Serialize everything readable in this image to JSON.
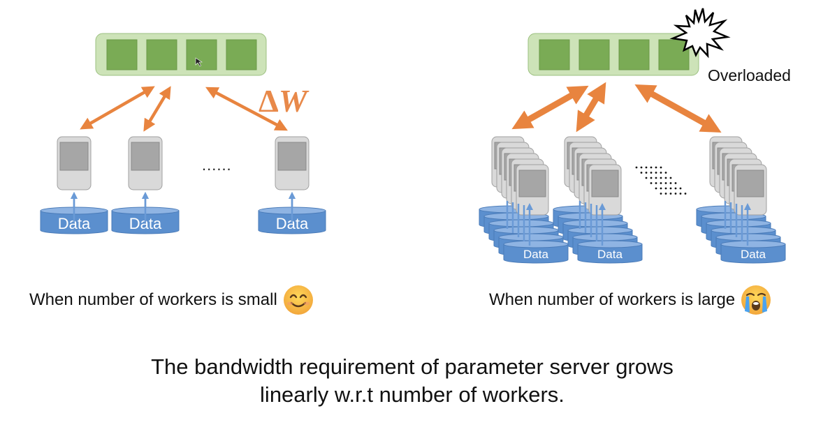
{
  "slide": {
    "left_panel": {
      "caption": "When number of workers is small",
      "emoji": "smiling-face",
      "update_label_delta": "Δ",
      "update_label_var": "W",
      "ellipsis": "......",
      "worker_count_shown": 3,
      "data_label": "Data"
    },
    "right_panel": {
      "caption": "When number of workers is large",
      "emoji": "crying-face",
      "overload_label": "Overloaded",
      "worker_stack_count": 3,
      "stack_depth": 6,
      "data_label": "Data"
    },
    "server": {
      "param_blocks": 4
    },
    "conclusion_line1": "The bandwidth requirement of parameter server grows",
    "conclusion_line2": "linearly w.r.t number of workers.",
    "colors": {
      "server_bg": "#cde3b8",
      "server_block": "#7aab55",
      "arrow": "#e8843f",
      "worker_body": "#d9d9d9",
      "worker_screen": "#a6a6a6",
      "data_disk": "#5b8fce",
      "data_arrow": "#6a9ad6"
    }
  }
}
